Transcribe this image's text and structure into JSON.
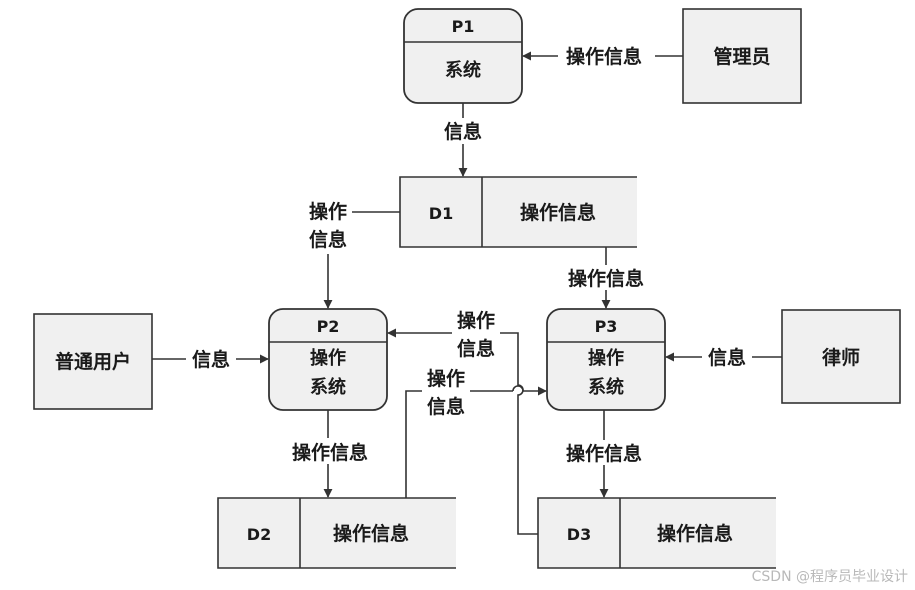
{
  "processes": {
    "p1": {
      "id": "P1",
      "name": "系统"
    },
    "p2": {
      "id": "P2",
      "name_line1": "操作",
      "name_line2": "系统"
    },
    "p3": {
      "id": "P3",
      "name_line1": "操作",
      "name_line2": "系统"
    }
  },
  "entities": {
    "admin": "管理员",
    "user": "普通用户",
    "lawyer": "律师"
  },
  "stores": {
    "d1": {
      "id": "D1",
      "name": "操作信息"
    },
    "d2": {
      "id": "D2",
      "name": "操作信息"
    },
    "d3": {
      "id": "D3",
      "name": "操作信息"
    }
  },
  "flows": {
    "admin_to_p1": "操作信息",
    "p1_to_d1": "信息",
    "d1_to_p2_line1": "操作",
    "d1_to_p2_line2": "信息",
    "d1_to_p3": "操作信息",
    "user_to_p2": "信息",
    "d3_to_p2_line1": "操作",
    "d3_to_p2_line2": "信息",
    "d2_to_p3_line1": "操作",
    "d2_to_p3_line2": "信息",
    "lawyer_to_p3": "信息",
    "p2_to_d2": "操作信息",
    "p3_to_d3": "操作信息"
  },
  "watermark": "CSDN @程序员毕业设计"
}
